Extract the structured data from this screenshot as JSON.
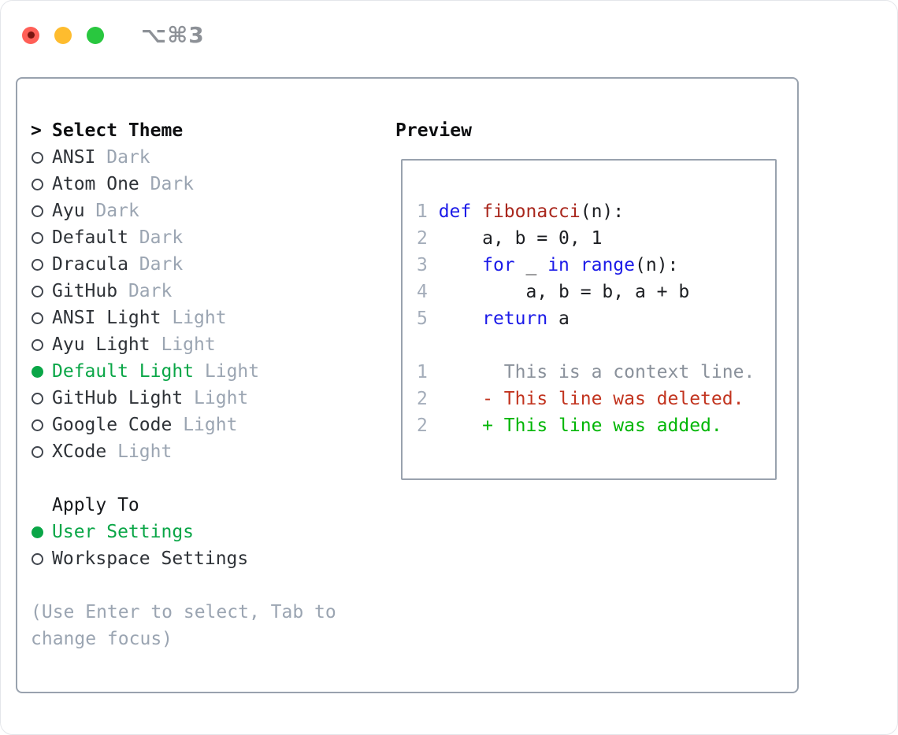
{
  "window": {
    "title": "⌥⌘3"
  },
  "traffic_lights": {
    "close_color": "#ff5f57",
    "close_inner_dot_color": "#7a1610",
    "minimize_color": "#febc2e",
    "zoom_color": "#29c73f"
  },
  "colors": {
    "accent": "#0aa647",
    "border": "#99a2ae",
    "text": "#2e3237",
    "muted": "#9ba5b2",
    "line_number": "#a4adba",
    "code_text": "#1c1e22",
    "keyword": "#1b1ae8",
    "function": "#a9271d",
    "context": "#8a919b",
    "deleted": "#c2341f",
    "added": "#00b605"
  },
  "theme_selector": {
    "prompt": ">",
    "label": "Select Theme",
    "items": [
      {
        "name": "ANSI",
        "variant": "Dark",
        "selected": false
      },
      {
        "name": "Atom One",
        "variant": "Dark",
        "selected": false
      },
      {
        "name": "Ayu",
        "variant": "Dark",
        "selected": false
      },
      {
        "name": "Default",
        "variant": "Dark",
        "selected": false
      },
      {
        "name": "Dracula",
        "variant": "Dark",
        "selected": false
      },
      {
        "name": "GitHub",
        "variant": "Dark",
        "selected": false
      },
      {
        "name": "ANSI Light",
        "variant": "Light",
        "selected": false
      },
      {
        "name": "Ayu Light",
        "variant": "Light",
        "selected": false
      },
      {
        "name": "Default Light",
        "variant": "Light",
        "selected": true
      },
      {
        "name": "GitHub Light",
        "variant": "Light",
        "selected": false
      },
      {
        "name": "Google Code",
        "variant": "Light",
        "selected": false
      },
      {
        "name": "XCode",
        "variant": "Light",
        "selected": false
      }
    ]
  },
  "apply_to": {
    "label": "Apply To",
    "options": [
      {
        "name": "User Settings",
        "selected": true
      },
      {
        "name": "Workspace Settings",
        "selected": false
      }
    ]
  },
  "hint_lines": [
    "(Use Enter to select, Tab to",
    "change focus)"
  ],
  "preview": {
    "title": "Preview",
    "lines": [
      {
        "num": "1",
        "segments": [
          [
            "def",
            "kw"
          ],
          [
            " ",
            "pl"
          ],
          [
            "fibonacci",
            "fn"
          ],
          [
            "(n):",
            "pl"
          ]
        ]
      },
      {
        "num": "2",
        "segments": [
          [
            "    a, b = 0, 1",
            "pl"
          ]
        ]
      },
      {
        "num": "3",
        "segments": [
          [
            "    ",
            "pl"
          ],
          [
            "for",
            "kw"
          ],
          [
            " _ ",
            "pl"
          ],
          [
            "in",
            "kw"
          ],
          [
            " ",
            "pl"
          ],
          [
            "range",
            "kw"
          ],
          [
            "(n):",
            "pl"
          ]
        ]
      },
      {
        "num": "4",
        "segments": [
          [
            "        a, b = b, a + b",
            "pl"
          ]
        ]
      },
      {
        "num": "5",
        "segments": [
          [
            "    ",
            "pl"
          ],
          [
            "return",
            "kw"
          ],
          [
            " a",
            "pl"
          ]
        ]
      },
      {
        "num": "",
        "segments": []
      },
      {
        "num": "1",
        "segments": [
          [
            "      This is a context line.",
            "ctx"
          ]
        ]
      },
      {
        "num": "2",
        "segments": [
          [
            "    ",
            "pl"
          ],
          [
            "- This line was deleted.",
            "del"
          ]
        ]
      },
      {
        "num": "2",
        "segments": [
          [
            "    ",
            "pl"
          ],
          [
            "+ This line was added.",
            "add"
          ]
        ]
      }
    ]
  }
}
